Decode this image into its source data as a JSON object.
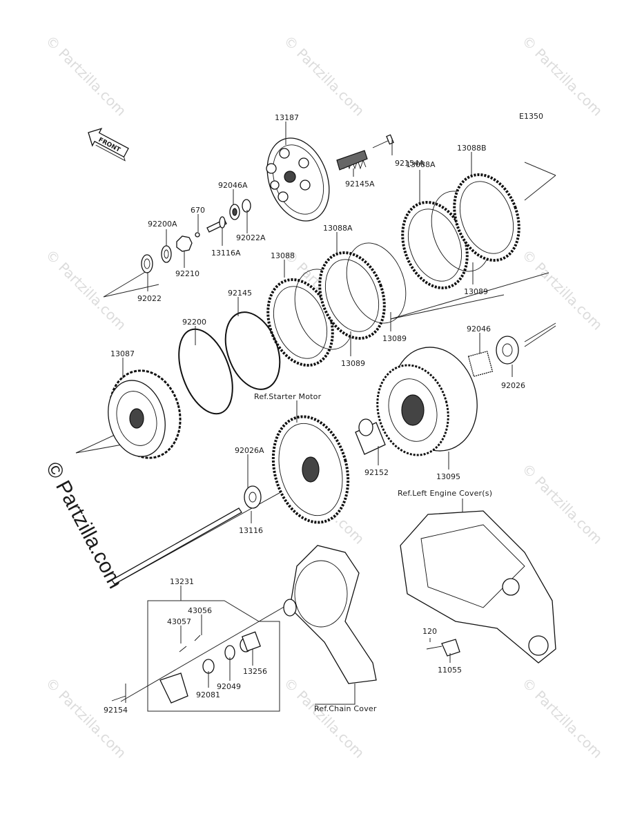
{
  "diagram": {
    "code": "E1350",
    "front_label": "FRONT",
    "watermark_main": "© Partzilla.com",
    "watermark_tile": "© Partzilla.com",
    "refs": {
      "starter_motor": "Ref.Starter Motor",
      "left_engine_cover": "Ref.Left Engine Cover(s)",
      "chain_cover": "Ref.Chain Cover"
    },
    "labels": {
      "p13187": "13187",
      "p92154A": "92154A",
      "p92145A": "92145A",
      "p92046A": "92046A",
      "p670": "670",
      "p92022A": "92022A",
      "p13116A": "13116A",
      "p92200A": "92200A",
      "p92210": "92210",
      "p92022": "92022",
      "p13088B": "13088B",
      "p13088A_1": "13088A",
      "p13088A_2": "13088A",
      "p13088": "13088",
      "p13089_1": "13089",
      "p13089_2": "13089",
      "p13089_3": "13089",
      "p92145": "92145",
      "p92200": "92200",
      "p13087": "13087",
      "p92046": "92046",
      "p92026": "92026",
      "p92026A": "92026A",
      "p92152": "92152",
      "p13095": "13095",
      "p13116": "13116",
      "p13231": "13231",
      "p43056": "43056",
      "p43057": "43057",
      "p92154": "92154",
      "p92081": "92081",
      "p92049": "92049",
      "p13256": "13256",
      "p120": "120",
      "p11055": "11055"
    }
  }
}
